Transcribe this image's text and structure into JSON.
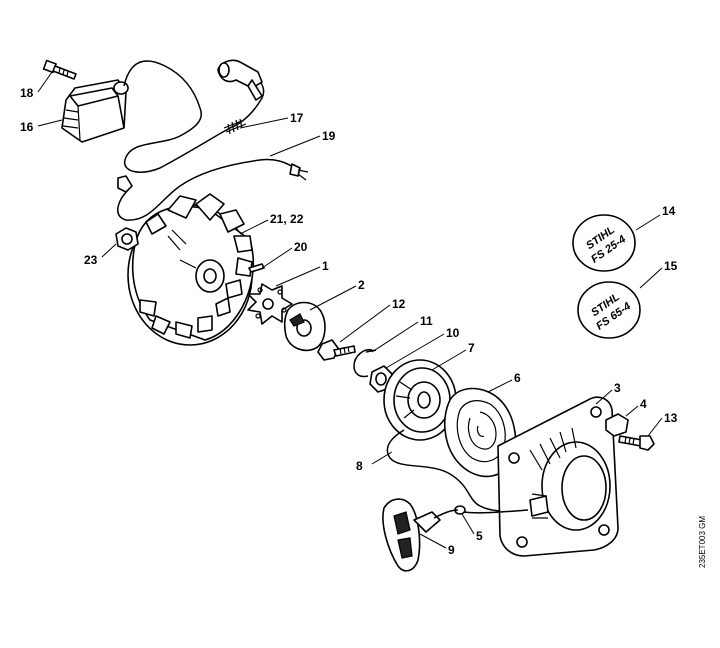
{
  "callouts": {
    "c1": "1",
    "c2": "2",
    "c3": "3",
    "c4": "4",
    "c5": "5",
    "c6": "6",
    "c7": "7",
    "c8": "8",
    "c9": "9",
    "c10": "10",
    "c11": "11",
    "c12": "12",
    "c13": "13",
    "c14": "14",
    "c15": "15",
    "c16": "16",
    "c17": "17",
    "c18": "18",
    "c19": "19",
    "c20": "20",
    "c2122": "21, 22",
    "c23": "23"
  },
  "decals": {
    "d14_line1": "STIHL",
    "d14_line2": "FS 25-4",
    "d15_line1": "STIHL",
    "d15_line2": "FS 65-4"
  },
  "reference_code": "235ET003 GM"
}
